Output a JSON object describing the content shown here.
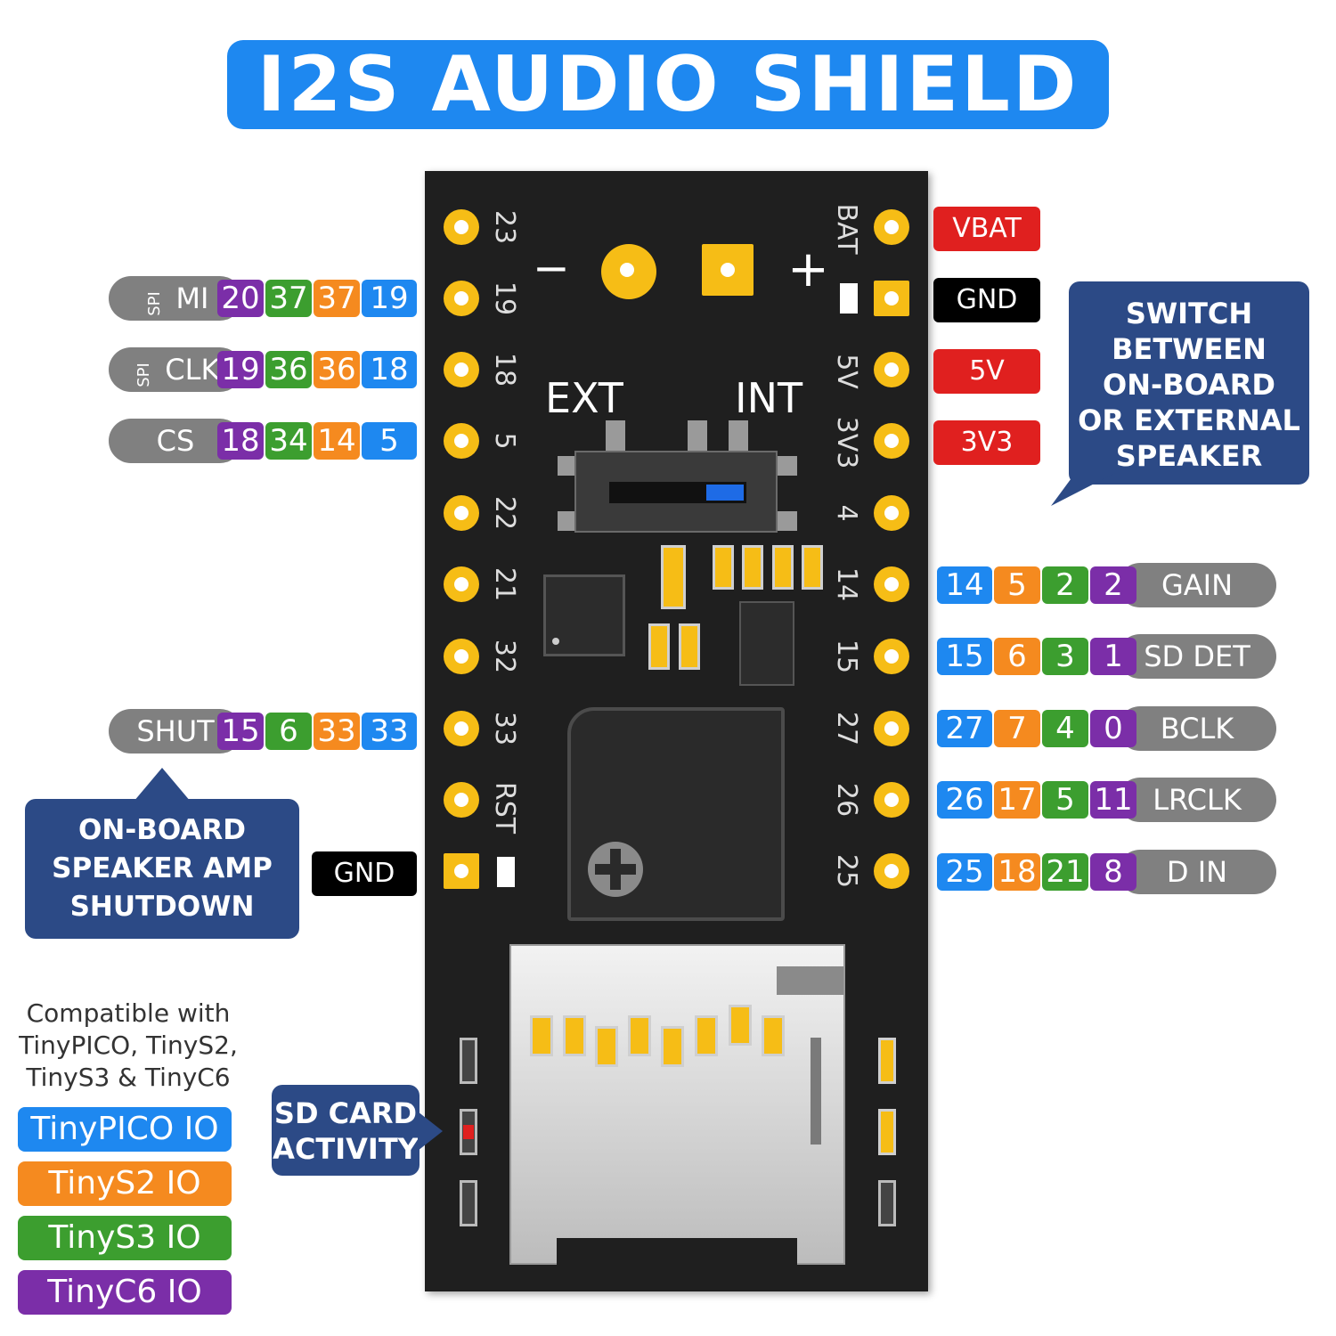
{
  "title": "I2S AUDIO SHIELD",
  "colors": {
    "tinypico": "#1e88f0",
    "tinys2": "#f58a1f",
    "tinys3": "#3c9e2f",
    "tinyc6": "#7b2ea8",
    "power": "#e0201f",
    "ground": "#000000",
    "callout": "#2c4a86"
  },
  "board": {
    "left_pins": [
      "23",
      "19",
      "18",
      "5",
      "22",
      "21",
      "32",
      "33",
      "RST"
    ],
    "right_pins": [
      "BAT",
      "",
      "5V",
      "3V3",
      "4",
      "14",
      "15",
      "27",
      "26",
      "25"
    ],
    "speaker_minus": "−",
    "speaker_plus": "+",
    "switch_ext": "EXT",
    "switch_int": "INT"
  },
  "left_labels": [
    {
      "name": "MI",
      "prefix": "SPI",
      "values": [
        "20",
        "37",
        "37",
        "19"
      ]
    },
    {
      "name": "CLK",
      "prefix": "SPI",
      "values": [
        "19",
        "36",
        "36",
        "18"
      ]
    },
    {
      "name": "CS",
      "prefix": "",
      "values": [
        "18",
        "34",
        "14",
        "5"
      ]
    },
    {
      "name": "SHUT",
      "prefix": "",
      "values": [
        "15",
        "6",
        "33",
        "33"
      ]
    }
  ],
  "right_labels": [
    {
      "name": "GAIN",
      "values": [
        "14",
        "5",
        "2",
        "2"
      ]
    },
    {
      "name": "SD DET",
      "values": [
        "15",
        "6",
        "3",
        "1"
      ]
    },
    {
      "name": "BCLK",
      "values": [
        "27",
        "7",
        "4",
        "0"
      ]
    },
    {
      "name": "LRCLK",
      "values": [
        "26",
        "17",
        "5",
        "11"
      ]
    },
    {
      "name": "D IN",
      "values": [
        "25",
        "18",
        "21",
        "8"
      ]
    }
  ],
  "power_labels": {
    "vbat": "VBAT",
    "gnd_top": "GND",
    "v5": "5V",
    "v33": "3V3",
    "gnd_left": "GND"
  },
  "callouts": {
    "switch": [
      "SWITCH",
      "BETWEEN",
      "ON-BOARD",
      "OR EXTERNAL",
      "SPEAKER"
    ],
    "shutdown": [
      "ON-BOARD",
      "SPEAKER AMP",
      "SHUTDOWN"
    ],
    "sd": [
      "SD CARD",
      "ACTIVITY"
    ]
  },
  "compat": [
    "Compatible with",
    "TinyPICO, TinyS2,",
    "TinyS3 & TinyC6"
  ],
  "legend": [
    "TinyPICO IO",
    "TinyS2 IO",
    "TinyS3 IO",
    "TinyC6 IO"
  ]
}
